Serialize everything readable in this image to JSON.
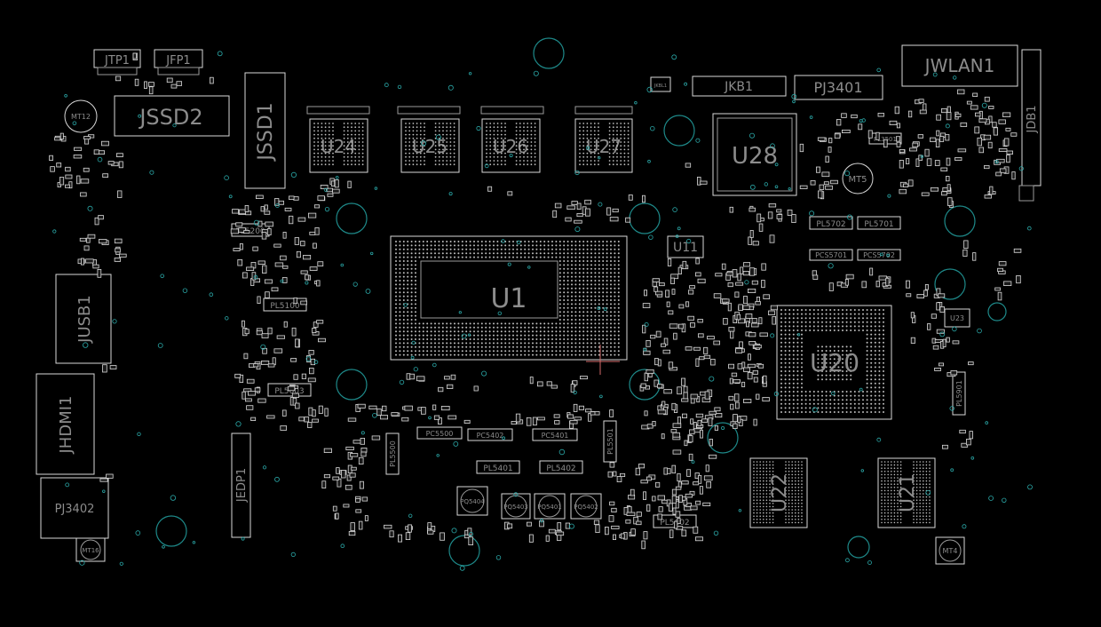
{
  "colors": {
    "background": "#000000",
    "outline": "#d8d8d8",
    "label": "#8c8c8c",
    "mounting_hole": "#1e8a8a",
    "via": "#2aa7a7",
    "marker": "#d26a6a"
  },
  "labels": {
    "JTP1": "JTP1",
    "JFP1": "JFP1",
    "JSSD2": "JSSD2",
    "JSSD1": "JSSD1",
    "MT12": "MT12",
    "U24": "U24",
    "U25": "U25",
    "U26": "U26",
    "U27": "U27",
    "JKB1": "JKB1",
    "JKBL1": "JKBL1",
    "PJ3401": "PJ3401",
    "JWLAN1": "JWLAN1",
    "JDB1": "JDB1",
    "U28": "U28",
    "MT5": "MT5",
    "U1": "U1",
    "U11": "U11",
    "U20": "U20",
    "U22": "U22",
    "U21": "U21",
    "MT4": "MT4",
    "JUSB1": "JUSB1",
    "JHDMI1": "JHDMI1",
    "PJ3402": "PJ3402",
    "MT16": "MT16",
    "JEDP1": "JEDP1",
    "PL5200": "PL5200",
    "PL5100": "PL5100",
    "PL5603": "PL5603",
    "PL5702": "PL5702",
    "PL5701": "PL5701",
    "PCS5701": "PCS5701",
    "PCS5702": "PCS5702",
    "PC5500": "PC5500",
    "PC5402": "PC5402",
    "PC5401": "PC5401",
    "PL5401": "PL5401",
    "PL5402": "PL5402",
    "PL5500": "PL5500",
    "PL5501": "PL5501",
    "PL5602": "PL5602",
    "PQ5404": "PQ5404",
    "PQ5403": "PQ5403",
    "PQ5401": "PQ5401",
    "PQ5402": "PQ5402",
    "PL5901": "PL5901",
    "PL3501": "PL3501",
    "U23": "U23"
  }
}
